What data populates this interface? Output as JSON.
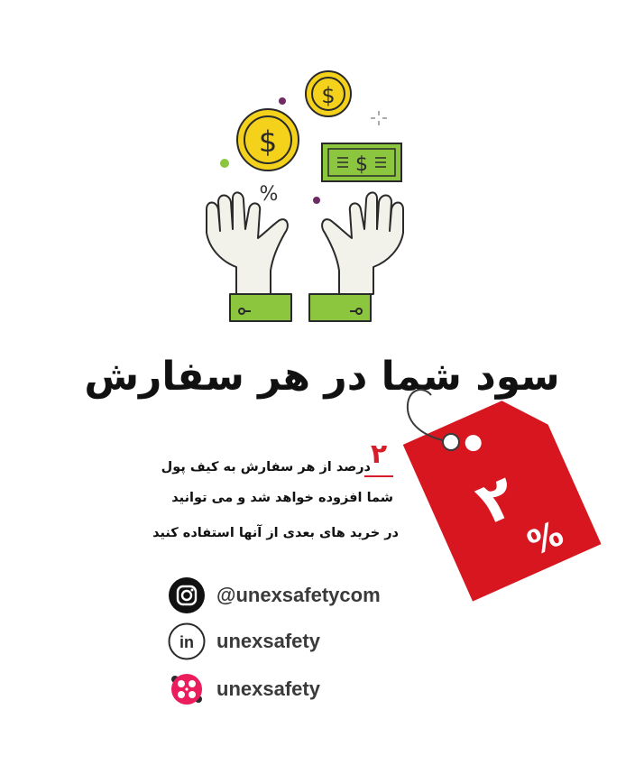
{
  "title": "سود شما در هر سفارش",
  "highlight_number": "۲",
  "body": {
    "line1": "درصد از هر سفارش به کیف پول",
    "line2": "شما افزوده خواهد شد و  می توانید",
    "line3": "در خرید های بعدی از آنها استفاده کنید"
  },
  "tag": {
    "number": "۲",
    "percent": "%",
    "color": "#d8161f"
  },
  "social": [
    {
      "icon": "instagram-icon",
      "handle": "@unexsafetycom"
    },
    {
      "icon": "linkedin-icon",
      "handle": "unexsafety"
    },
    {
      "icon": "aparat-icon",
      "handle": "unexsafety"
    }
  ],
  "colors": {
    "coin": "#f4d21c",
    "bill": "#8cc63f",
    "cuff": "#8cc63f",
    "hand": "#f3f2ea",
    "dot_purple": "#6e2a63"
  }
}
